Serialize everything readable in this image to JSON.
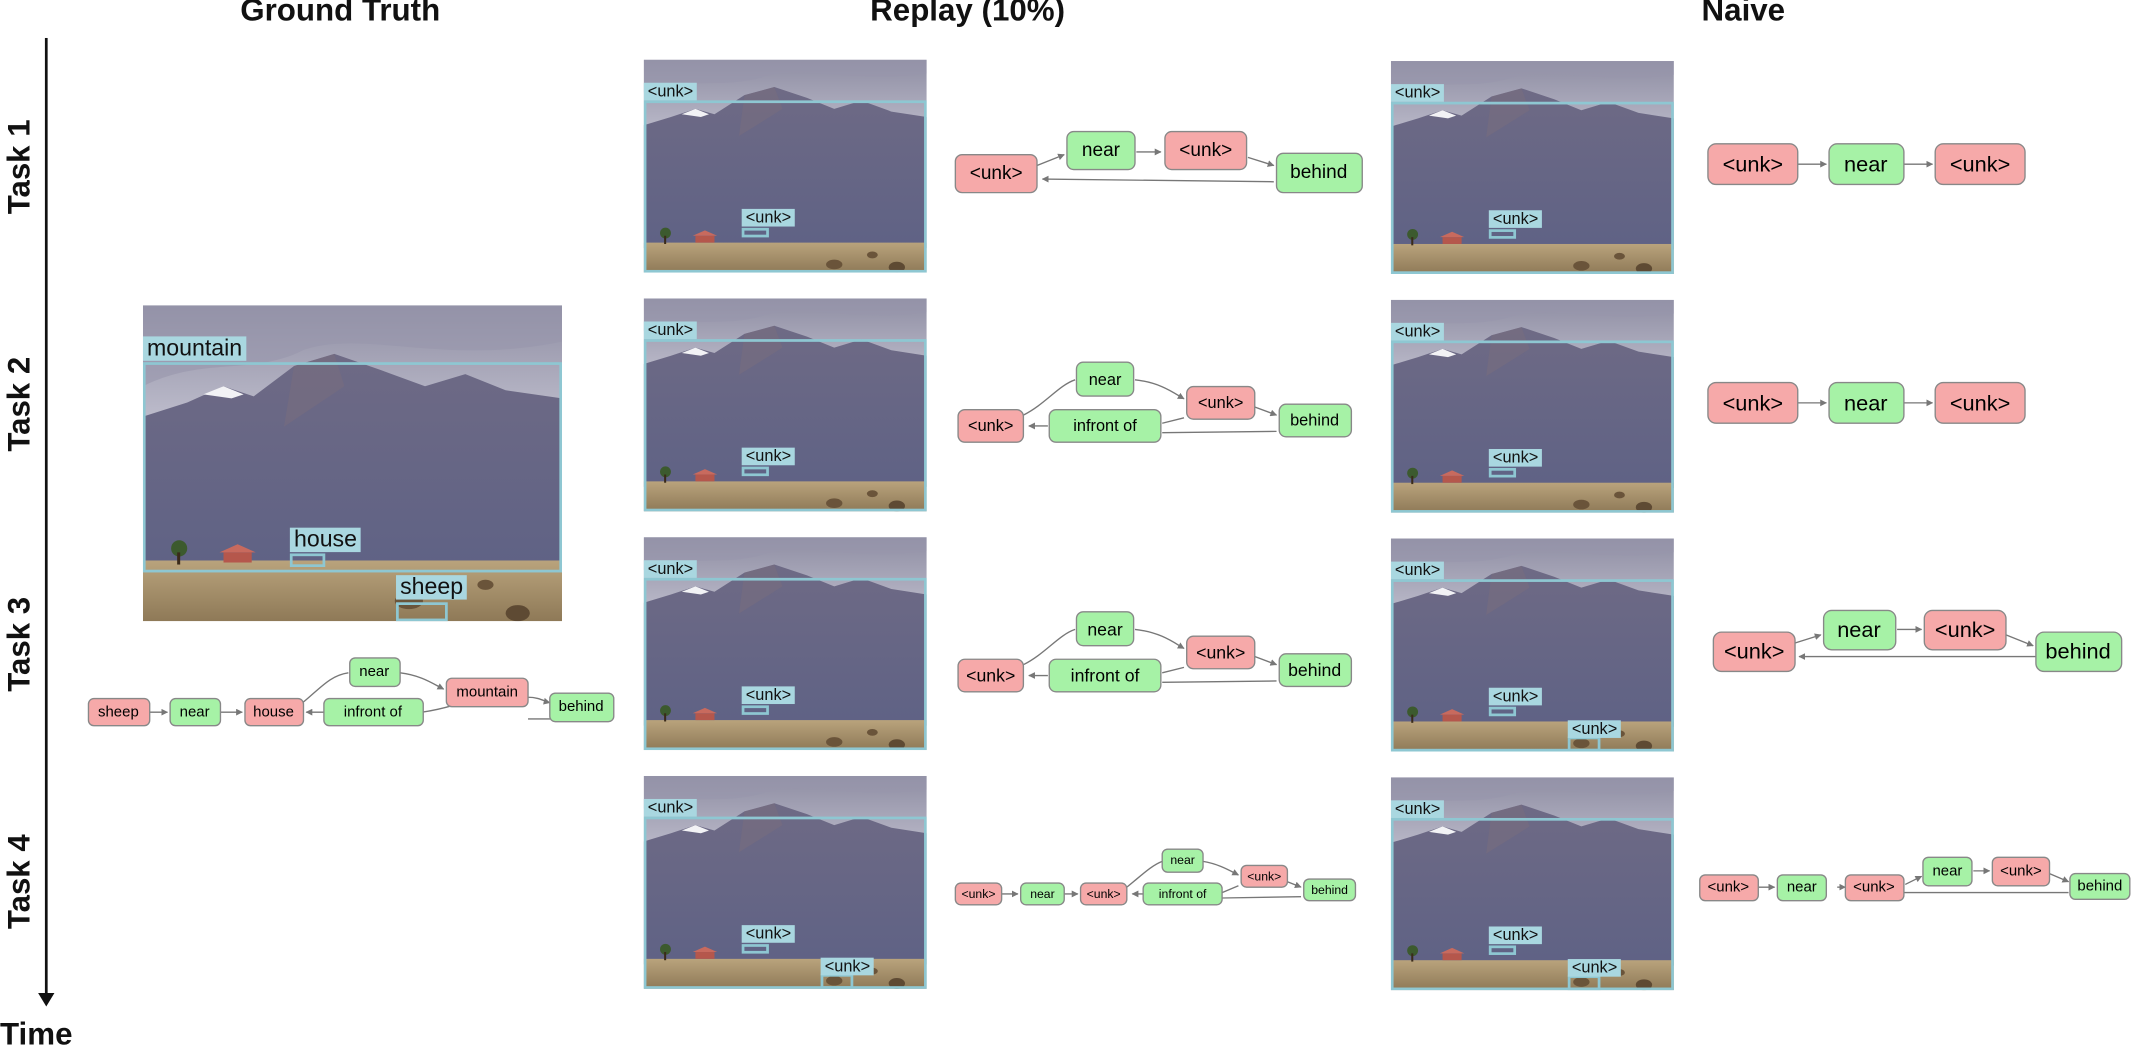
{
  "columns": {
    "ground_truth": "Ground Truth",
    "replay": "Replay (10%)",
    "naive": "Naive"
  },
  "tasks": [
    "Task 1",
    "Task 2",
    "Task 3",
    "Task 4"
  ],
  "axis": {
    "time": "Time"
  },
  "colors": {
    "object_node": "#f6a9a9",
    "relation_node": "#a6f2a6",
    "bbox": "#8ec7d2",
    "bbox_label": "#a9d7e0",
    "edge": "#777777"
  },
  "ground_truth": {
    "boxes": {
      "mountain": "mountain",
      "house": "house",
      "sheep": "sheep"
    },
    "graph": {
      "sheep": "sheep",
      "near": "near",
      "house": "house",
      "near2": "near",
      "infront": "infront of",
      "mountain": "mountain",
      "behind": "behind"
    }
  },
  "replay": {
    "t1": {
      "boxes": {
        "a": "<unk>",
        "b": "<unk>"
      },
      "graph": {
        "n1": "<unk>",
        "r1": "near",
        "n2": "<unk>",
        "r2": "behind"
      }
    },
    "t2": {
      "boxes": {
        "a": "<unk>",
        "b": "<unk>"
      },
      "graph": {
        "n1": "<unk>",
        "r1": "near",
        "r2": "infront of",
        "n2": "<unk>",
        "r3": "behind"
      }
    },
    "t3": {
      "boxes": {
        "a": "<unk>",
        "b": "<unk>"
      },
      "graph": {
        "n1": "<unk>",
        "r1": "near",
        "r2": "infront of",
        "n2": "<unk>",
        "r3": "behind"
      }
    },
    "t4": {
      "boxes": {
        "a": "<unk>",
        "b": "<unk>",
        "c": "<unk>"
      },
      "graph": {
        "n1": "<unk>",
        "r1": "near",
        "n2": "<unk>",
        "r2": "near",
        "r3": "infront of",
        "n3": "<unk>",
        "r4": "behind"
      }
    }
  },
  "naive": {
    "t1": {
      "boxes": {
        "a": "<unk>",
        "b": "<unk>"
      },
      "graph": {
        "n1": "<unk>",
        "r1": "near",
        "n2": "<unk>"
      }
    },
    "t2": {
      "boxes": {
        "a": "<unk>",
        "b": "<unk>"
      },
      "graph": {
        "n1": "<unk>",
        "r1": "near",
        "n2": "<unk>"
      }
    },
    "t3": {
      "boxes": {
        "a": "<unk>",
        "b": "<unk>",
        "c": "<unk>"
      },
      "graph": {
        "n1": "<unk>",
        "r1": "near",
        "n2": "<unk>",
        "r2": "behind"
      }
    },
    "t4": {
      "boxes": {
        "a": "<unk>",
        "b": "<unk>",
        "c": "<unk>"
      },
      "graph": {
        "n1": "<unk>",
        "r1": "near",
        "n2": "<unk>",
        "r2": "near",
        "n3": "<unk>",
        "r3": "behind"
      }
    }
  }
}
